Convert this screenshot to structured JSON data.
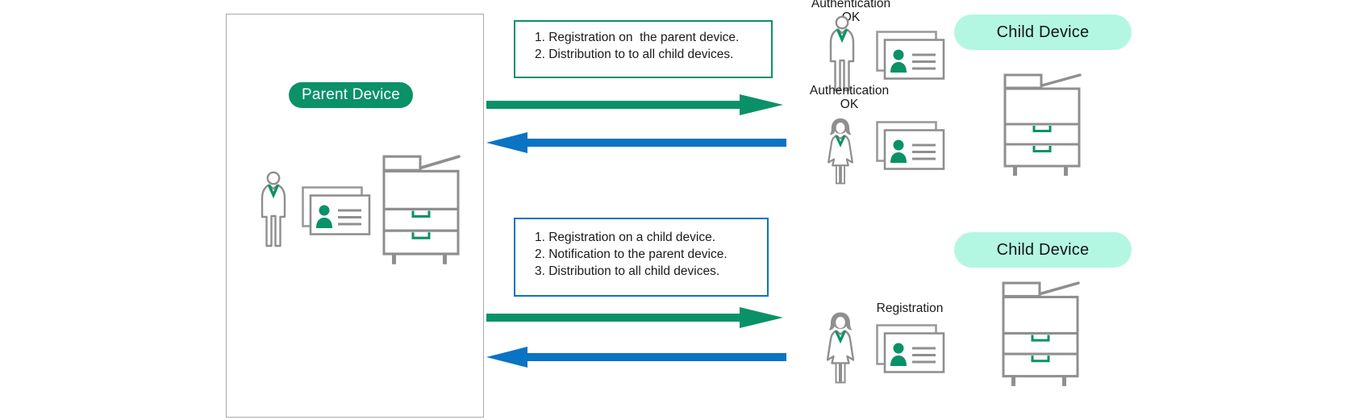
{
  "colors": {
    "green": "#0a9168",
    "blue": "#0a73c4",
    "mint": "#b3f7e3",
    "icon_gray": "#8f8f8f",
    "box_border_gray": "#a9a9a9",
    "text": "#1a1a1a"
  },
  "parent": {
    "label": "Parent Device"
  },
  "flow_top": {
    "lines": [
      "1. Registration on  the parent device.",
      "2. Distribution to to all child devices."
    ]
  },
  "flow_bottom": {
    "lines": [
      "1. Registration on a child device.",
      "2. Notification to the parent device.",
      "3. Distribution to all child devices."
    ]
  },
  "right_top": {
    "auth1_line1": "Authentication",
    "auth1_line2": "OK",
    "auth2_line1": "Authentication",
    "auth2_line2": "OK",
    "child_label": "Child Device"
  },
  "right_bottom": {
    "registration_label": "Registration",
    "child_label": "Child Device"
  },
  "icons": {
    "man-user-icon": "standing man with green tie",
    "woman-user-icon": "standing woman with green v-neck",
    "id-card-icon": "stacked id cards with green person silhouette and text lines",
    "printer-icon": "multifunction printer with two green drawer handles"
  }
}
